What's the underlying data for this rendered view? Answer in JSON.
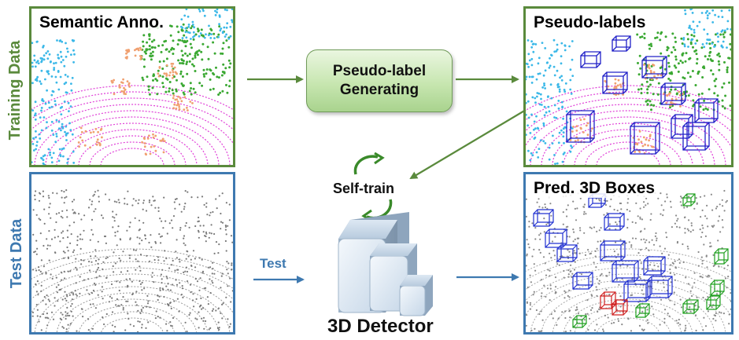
{
  "panels": {
    "semantic": {
      "title": "Semantic Anno."
    },
    "pseudo": {
      "title": "Pseudo-labels"
    },
    "test": {
      "title": ""
    },
    "pred": {
      "title": "Pred. 3D Boxes"
    }
  },
  "side_labels": {
    "training": "Training Data",
    "test": "Test Data"
  },
  "process": {
    "line1": "Pseudo-label",
    "line2": "Generating"
  },
  "self_train": "Self-train",
  "test_arrow_label": "Test",
  "detector_label": "3D Detector",
  "colors": {
    "training_border": "#5a8a3c",
    "test_border": "#3e79b0",
    "arrow_green": "#5a8a3c",
    "arrow_blue": "#3e79b0",
    "car_points": "#f0a070",
    "road_points": "#e040d8",
    "vegetation_points": "#3aa832",
    "building_points": "#3bb8e8",
    "pseudo_box": "#2020c8",
    "pred_box_blue": "#2030d0",
    "pred_box_green": "#20a020",
    "pred_box_red": "#d02020",
    "gray_points": "#8a8a8a"
  },
  "icons": {
    "detector": "layered-cube-icon",
    "cycle": "cycle-arrows-icon"
  }
}
